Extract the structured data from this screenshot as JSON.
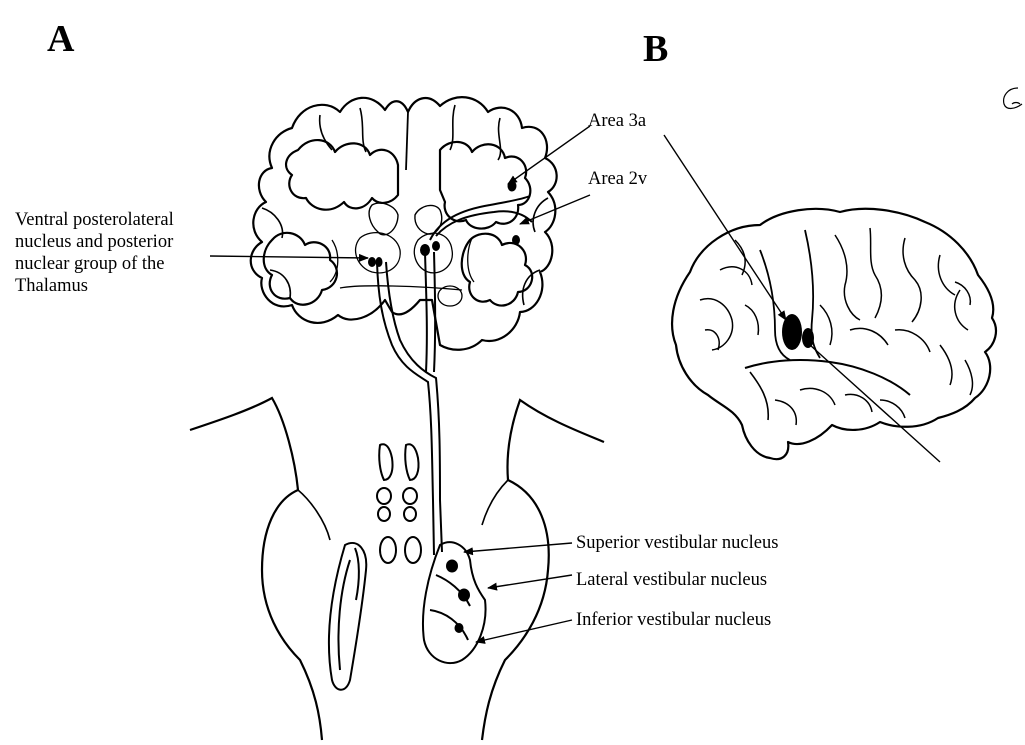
{
  "panels": {
    "a": "A",
    "b": "B"
  },
  "labels": {
    "area_3a": "Area 3a",
    "area_2v": "Area 2v",
    "vpl_line1": "Ventral  posterolateral",
    "vpl_line2": "nucleus and posterior",
    "vpl_line3": "nuclear group of the",
    "vpl_line4": "Thalamus",
    "superior_vn": "Superior vestibular nucleus",
    "lateral_vn": "Lateral vestibular nucleus",
    "inferior_vn": "Inferior vestibular nucleus"
  },
  "colors": {
    "ink": "#000000",
    "paper": "#ffffff"
  }
}
